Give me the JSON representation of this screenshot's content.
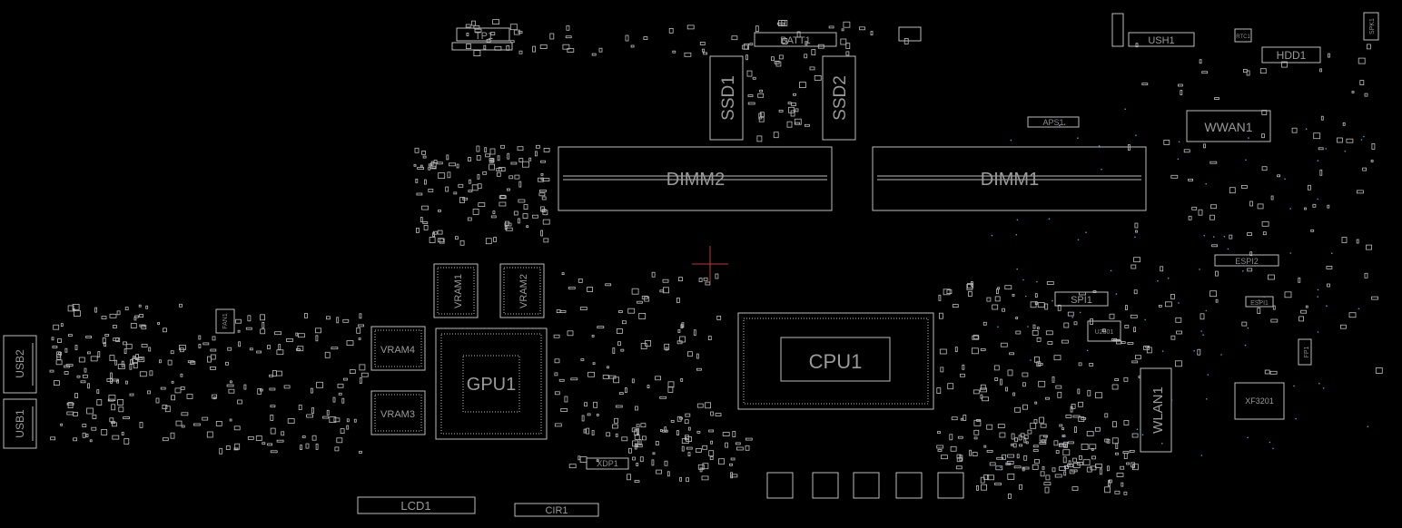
{
  "colors": {
    "background": "#000000",
    "outline": "#bdbdbd",
    "label": "#9a9a9a",
    "label_small": "#8c8c8c",
    "accent_dot": "#3aa9c8",
    "cursor": "#c0392b"
  },
  "components": {
    "tp1": "TP1",
    "batt1": "BATT1",
    "ush1": "USH1",
    "hdd1": "HDD1",
    "spk1": "SPK1",
    "ssd1": "SSD1",
    "ssd2": "SSD2",
    "aps1": "APS1",
    "wwan1": "WWAN1",
    "dimm2": "DIMM2",
    "dimm1": "DIMM1",
    "espi2": "ESPI2",
    "espi1": "ESPI1",
    "vram1": "VRAM1",
    "vram2": "VRAM2",
    "vram3": "VRAM3",
    "vram4": "VRAM4",
    "gpu1": "GPU1",
    "cpu1": "CPU1",
    "spi1": "SPI1",
    "u2501": "U2501",
    "wlan1": "WLAN1",
    "xf3201": "XF3201",
    "fp1": "FP1",
    "usb1": "USB1",
    "usb2": "USB2",
    "fan1": "FAN1",
    "lcd1": "LCD1",
    "cir1": "CIR1",
    "xdp1": "XDP1",
    "rtc1": "RTC1"
  }
}
